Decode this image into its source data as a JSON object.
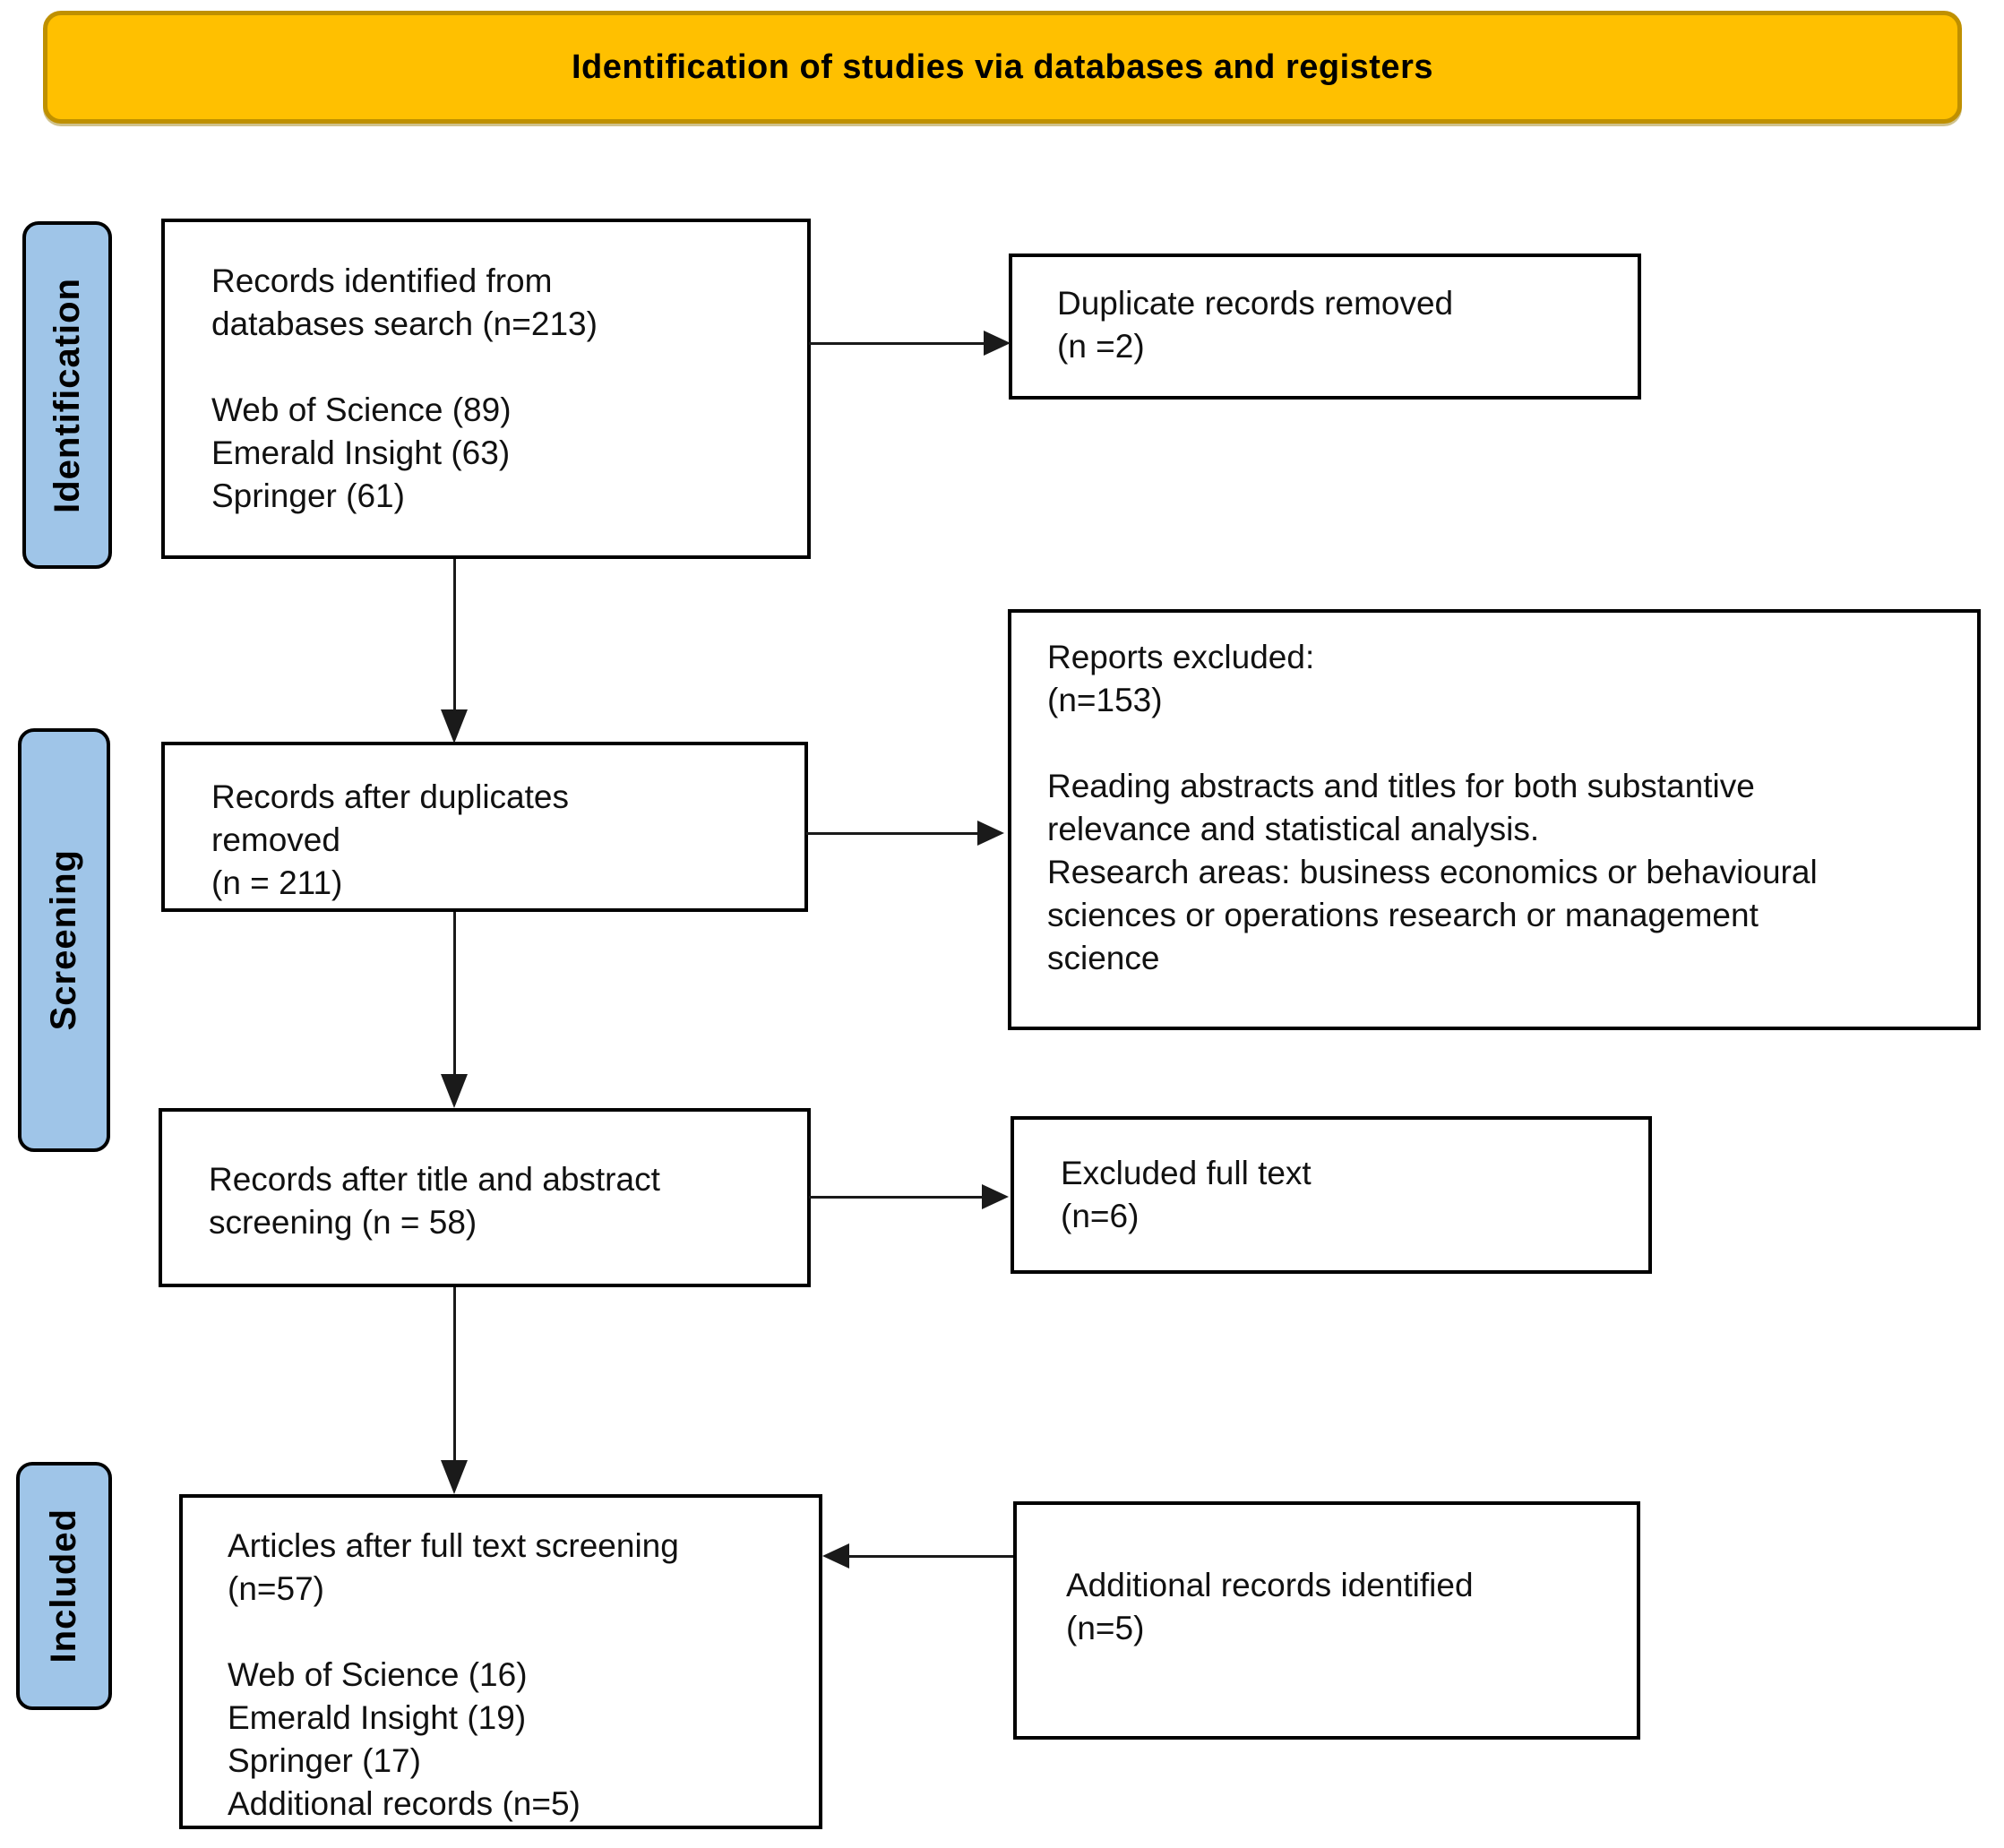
{
  "banner": {
    "title": "Identification of studies via databases and registers"
  },
  "stage_labels": {
    "identification": "Identification",
    "screening": "Screening",
    "included": "Included"
  },
  "boxes": {
    "records_identified": "Records identified from\ndatabases search (n=213)\n\nWeb of Science (89)\nEmerald Insight (63)\nSpringer (61)",
    "duplicates_removed": "Duplicate records removed\n(n =2)",
    "records_after_duplicates": "Records after duplicates\nremoved\n(n = 211)",
    "reports_excluded": "Reports excluded:\n(n=153)\n\nReading abstracts and titles for both substantive\nrelevance and statistical analysis.\nResearch areas: business economics or behavioural\nsciences or operations research or management\nscience",
    "title_abstract_screening": "Records after title and abstract\nscreening (n = 58)",
    "excluded_full_text": "Excluded full text\n(n=6)",
    "articles_full_text": "Articles after full text screening\n(n=57)\n\nWeb of Science (16)\nEmerald Insight (19)\nSpringer (17)\nAdditional records (n=5)",
    "additional_records": "Additional records identified\n(n=5)"
  },
  "colors": {
    "banner_fill": "#FFC000",
    "banner_border": "#BF9000",
    "stage_fill": "#9FC5E8",
    "stage_border": "#000000",
    "box_border": "#000000",
    "arrow": "#1a1a1a"
  }
}
